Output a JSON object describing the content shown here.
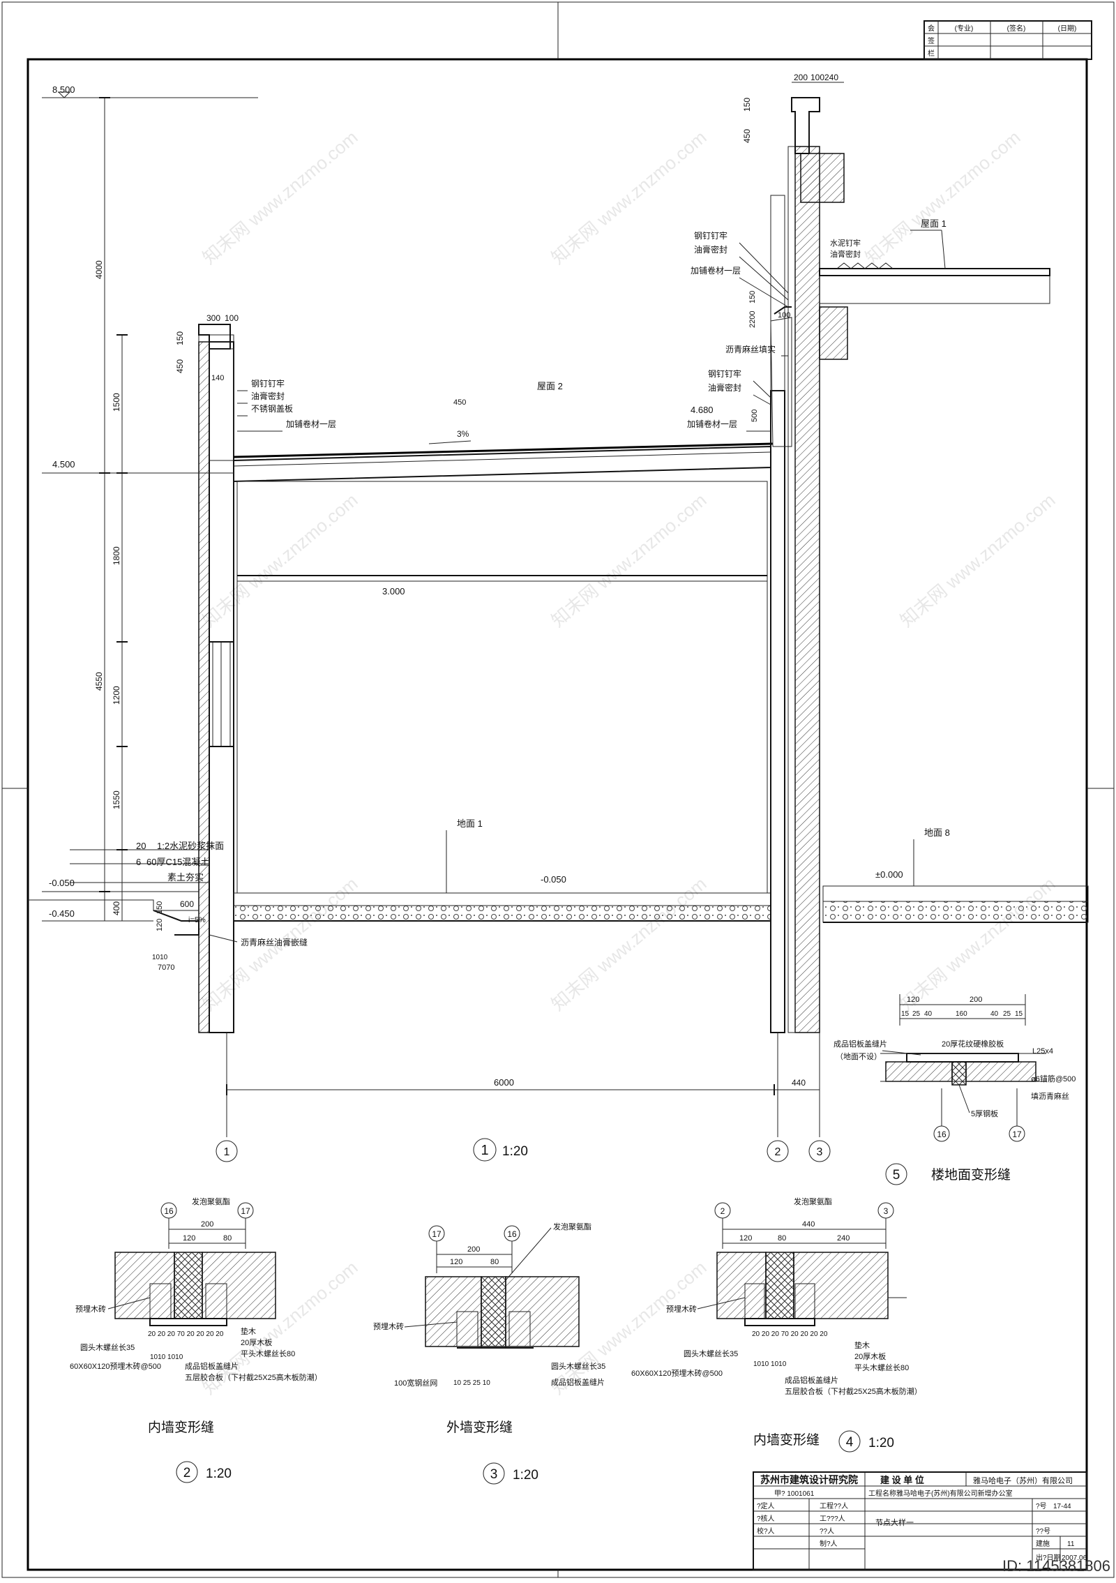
{
  "sheet": {
    "signoff_box": {
      "col_labels": [
        "(专业)",
        "(签名)",
        "(日期)"
      ],
      "row_labels": [
        "会",
        "签",
        "栏"
      ]
    },
    "id_tag": "ID: 1145381806"
  },
  "main_section": {
    "levels": [
      "8.500",
      "4.500",
      "-0.050",
      "-0.450",
      "4.680",
      "3.000",
      "-0.050",
      "±0.000"
    ],
    "vertical_dims": [
      "4000",
      "4550",
      "1500",
      "1800",
      "1200",
      "1550",
      "400",
      "150",
      "450",
      "150",
      "450",
      "2200",
      "150",
      "500",
      "120",
      "150"
    ],
    "horizontal_dims": [
      "300",
      "100",
      "140",
      "200",
      "100",
      "240",
      "600",
      "6000",
      "440",
      "100",
      "450",
      "7070",
      "1010"
    ],
    "labels": {
      "roof2": "屋面 2",
      "roof1": "屋面 1",
      "ground1": "地面 1",
      "ground8": "地面 8",
      "slope": "3%",
      "slope2": "i=5%",
      "l_nail": "钢钉钉牢",
      "l_seal": "油膏密封",
      "l_steel": "不锈钢盖板",
      "l_membrane": "加铺卷材一层",
      "r_nail": "钢钉钉牢",
      "r_seal": "油膏密封",
      "r_membrane": "加铺卷材一层",
      "r_fill": "沥青麻丝填实",
      "r_nail2": "钢钉钉牢",
      "r_seal2": "油膏密封",
      "r_membrane2": "加铺卷材一层",
      "cement": "水泥钉牢",
      "cement2": "油膏密封",
      "mortar": "1:2水泥砂浆抹面",
      "mortar_n": "20",
      "concrete": "60厚C15混凝土",
      "concrete_n": "6",
      "soil": "素土夯实",
      "joint": "沥青麻丝油膏嵌缝"
    },
    "axes": [
      "1",
      "2",
      "3"
    ],
    "caption_num": "1",
    "caption_scale": "1:20"
  },
  "detail5": {
    "dims": [
      "120",
      "200",
      "15",
      "25",
      "40",
      "160",
      "40",
      "25",
      "15"
    ],
    "labels": {
      "cover": "成品铝板盖缝片",
      "cover_note": "（地面不设）",
      "rubber": "20厚花纹硬橡胶板",
      "angle": "L25x4",
      "anchor": "ø6锚筋@500",
      "fill": "填沥青麻丝",
      "plate": "5厚钢板"
    },
    "axes": [
      "16",
      "17"
    ],
    "caption_num": "5",
    "caption_title": "楼地面变形缝"
  },
  "detail2": {
    "axes": [
      "16",
      "17"
    ],
    "dims": [
      "120",
      "80",
      "200"
    ],
    "bottom_dims": "20  20 20 70 20 20 20 20",
    "bottom_dims2": "1010   1010",
    "labels": {
      "foam": "发泡聚氨酯",
      "brick": "预埋木砖",
      "pad": "垫木",
      "board": "20厚木板",
      "screw_flat": "平头木螺丝长80",
      "screw_round": "圆头木螺丝长35",
      "embed": "60X60X120预埋木砖@500",
      "cover": "成品铝板盖缝片",
      "plywood": "五层胶合板（下衬截25X25高木板防潮）"
    },
    "title": "内墙变形缝",
    "caption_num": "2",
    "caption_scale": "1:20"
  },
  "detail3": {
    "axes": [
      "17",
      "16"
    ],
    "dims": [
      "120",
      "80",
      "200"
    ],
    "bottom_dims": "10  25      25 10",
    "labels": {
      "foam": "发泡聚氨酯",
      "brick": "预埋木砖",
      "mesh": "100宽钢丝网",
      "screw_round": "圆头木螺丝长35",
      "cover": "成品铝板盖缝片"
    },
    "title": "外墙变形缝",
    "caption_num": "3",
    "caption_scale": "1:20"
  },
  "detail4": {
    "axes": [
      "2",
      "3"
    ],
    "dims": [
      "120",
      "80",
      "240",
      "440"
    ],
    "bottom_dims": "20  20 20 70 20 20 20 20",
    "bottom_dims2": "1010   1010",
    "labels": {
      "foam": "发泡聚氨酯",
      "brick": "预埋木砖",
      "pad": "垫木",
      "board": "20厚木板",
      "screw_flat": "平头木螺丝长80",
      "screw_round": "圆头木螺丝长35",
      "embed": "60X60X120预埋木砖@500",
      "cover": "成品铝板盖缝片",
      "plywood": "五层胶合板（下衬截25X25高木板防潮）"
    },
    "title": "内墙变形缝",
    "caption_num": "4",
    "caption_scale": "1:20"
  },
  "title_block": {
    "institute": "苏州市建筑设计研究院",
    "cert": "甲?  1001061",
    "client_label": "建 设 单 位",
    "client": "雅马哈电子（苏州）有限公司",
    "project": "工程名称雅马哈电子(苏州)有限公司新增办公室",
    "rows": [
      [
        "?定人",
        "工程??人"
      ],
      [
        "?核人",
        "工???人"
      ],
      [
        "校?人",
        "??人"
      ],
      [
        "",
        "制?人"
      ]
    ],
    "drawing_name": "节点大样一",
    "no_label": "?号",
    "no_value": "17-44",
    "sheet_label": "??号",
    "sheet_type": "建施",
    "sheet_no": "11",
    "date_label": "出?日期",
    "date": "2007.06"
  }
}
